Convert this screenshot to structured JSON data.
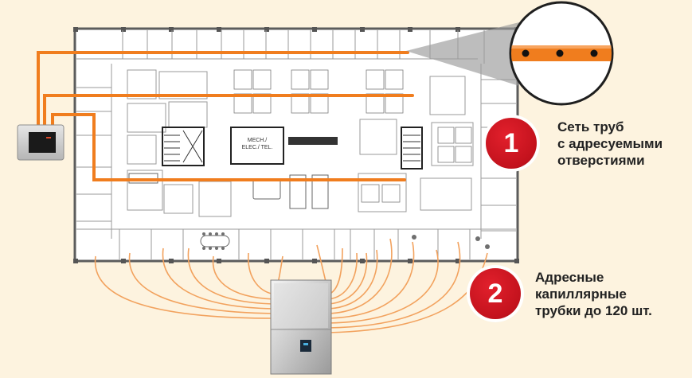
{
  "callouts": [
    {
      "number": "1",
      "text": "Сеть труб\nс адресуемыми\nотверстиями"
    },
    {
      "number": "2",
      "text": "Адресные\nкапиллярные\nтрубки до 120 шт."
    }
  ],
  "floorplan_labels": {
    "mech_elec_tel": "MECH./\nELEC./ TEL."
  },
  "colors": {
    "background": "#fdf3df",
    "pipe": "#f07d1e",
    "badge_red": "#c3121d",
    "callout_text": "#222222",
    "detector_screen": "#1a1a1a"
  },
  "icons": {
    "detector_small": "aspirating-detector-unit-icon",
    "detector_large": "addressable-aspirating-unit-icon",
    "magnifier": "pipe-hole-magnifier-icon"
  }
}
